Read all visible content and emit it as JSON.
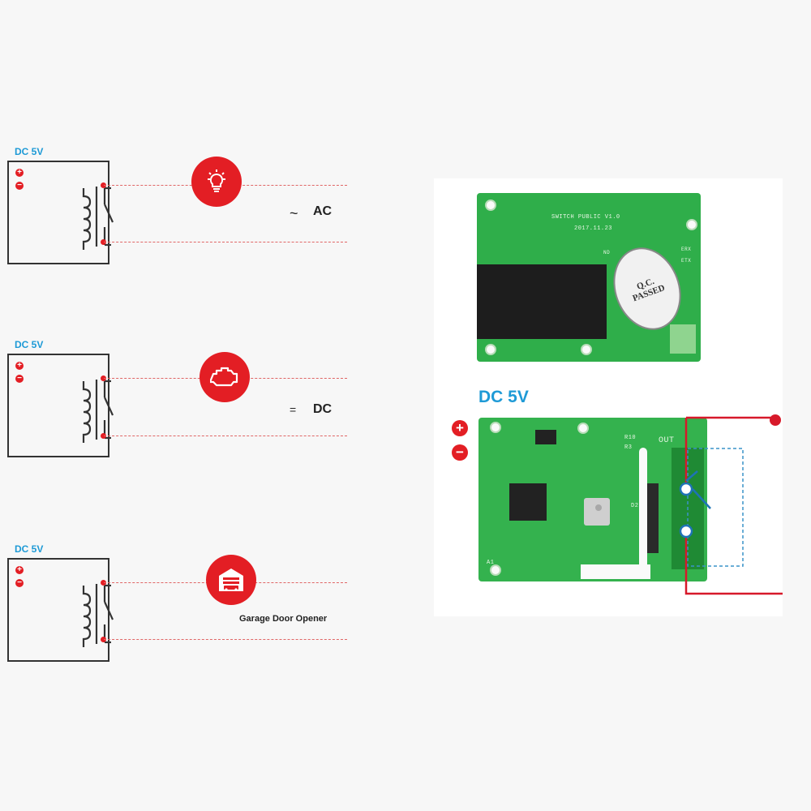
{
  "circuits": [
    {
      "supply_label": "DC 5V",
      "load_label": "AC",
      "load_symbol": "~",
      "icon": "lightbulb-icon"
    },
    {
      "supply_label": "DC 5V",
      "load_label": "DC",
      "load_symbol": "=",
      "icon": "engine-icon"
    },
    {
      "supply_label": "DC 5V",
      "load_label": "Garage Door Opener",
      "icon": "garage-icon"
    }
  ],
  "photo": {
    "supply_label": "DC 5V",
    "plus_symbol": "+",
    "minus_symbol": "−",
    "board_text_line1": "SWITCH PUBLIC V1.0",
    "board_text_line2": "2017.11.23",
    "qc_line1": "Q.C.",
    "qc_line2": "PASSED",
    "out_label": "OUT",
    "silk_r10": "R10",
    "silk_r3": "R3",
    "silk_d2": "D2",
    "silk_a1": "A1",
    "silk_erx": "ERX",
    "silk_etx": "ETX",
    "silk_nd": "ND"
  },
  "colors": {
    "accent_red": "#e31e24",
    "supply_blue": "#1e9ad6",
    "pcb_green": "#34b24e"
  }
}
